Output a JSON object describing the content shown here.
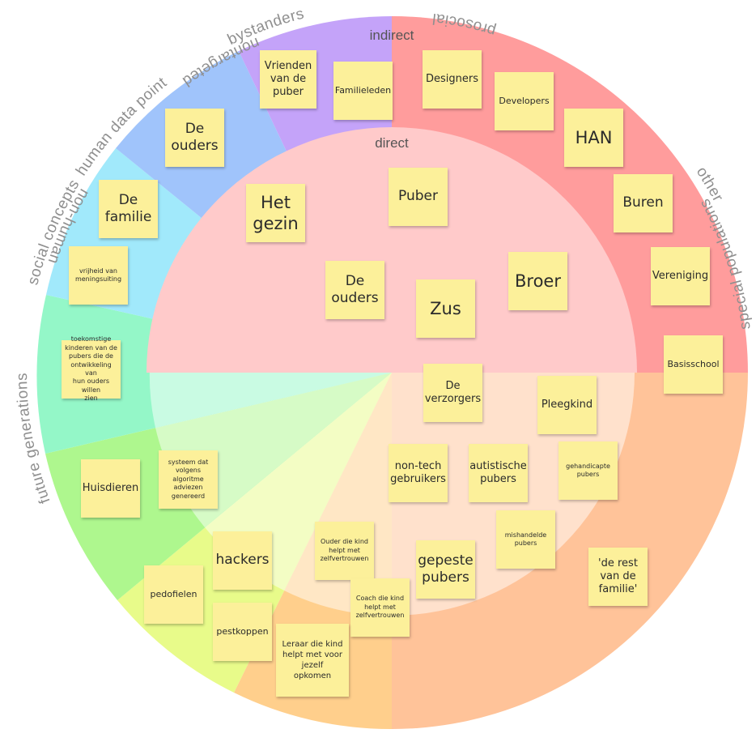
{
  "segments": [
    {
      "key": "indirect",
      "label": "indirect",
      "color": "#ff9c9c"
    },
    {
      "key": "other",
      "label": "other",
      "color": "#ff9b9b"
    },
    {
      "key": "special_populations",
      "label": "special populations",
      "color": "#ffc399"
    },
    {
      "key": "prosocial",
      "label": "prosocial",
      "color": "#ffcf8c"
    },
    {
      "key": "nontargeted",
      "label": "nontargeted",
      "color": "#e8fb8a"
    },
    {
      "key": "non_human",
      "label": "non-human",
      "color": "#aef78e"
    },
    {
      "key": "future_generations",
      "label": "future generations",
      "color": "#94f7c8"
    },
    {
      "key": "social_concepts",
      "label": "social concepts",
      "color": "#a1e9fb"
    },
    {
      "key": "human_data_point",
      "label": "human data point",
      "color": "#a0c4fb"
    },
    {
      "key": "bystanders",
      "label": "bystanders",
      "color": "#c4a3f9"
    }
  ],
  "inner": {
    "direct_label": "direct",
    "direct_color": "#ffcaca",
    "indirect_label": "indirect"
  },
  "notes": [
    {
      "id": "vrienden",
      "text": "Vrienden\nvan de\npuber"
    },
    {
      "id": "familieleden",
      "text": "Familieleden"
    },
    {
      "id": "designers",
      "text": "Designers"
    },
    {
      "id": "developers",
      "text": "Developers"
    },
    {
      "id": "han",
      "text": "HAN"
    },
    {
      "id": "buren",
      "text": "Buren"
    },
    {
      "id": "vereniging",
      "text": "Vereniging"
    },
    {
      "id": "basisschool",
      "text": "Basisschool"
    },
    {
      "id": "de_ouders_outer",
      "text": "De\nouders"
    },
    {
      "id": "de_familie",
      "text": "De\nfamilie"
    },
    {
      "id": "vrijheid",
      "text": "vrijheid van\nmeningsuiting"
    },
    {
      "id": "toekomstige",
      "text": "toekomstige\nkinderen van de\npubers die de\nontwikkeling van\nhun ouders willen\nzien"
    },
    {
      "id": "het_gezin",
      "text": "Het\ngezin"
    },
    {
      "id": "puber",
      "text": "Puber"
    },
    {
      "id": "de_ouders_inner",
      "text": "De\nouders"
    },
    {
      "id": "zus",
      "text": "Zus"
    },
    {
      "id": "broer",
      "text": "Broer"
    },
    {
      "id": "de_verzorgers",
      "text": "De\nverzorgers"
    },
    {
      "id": "pleegkind",
      "text": "Pleegkind"
    },
    {
      "id": "non_tech",
      "text": "non-tech\ngebruikers"
    },
    {
      "id": "autistische",
      "text": "autistische\npubers"
    },
    {
      "id": "gehandicapte",
      "text": "gehandicapte\npubers"
    },
    {
      "id": "huisdieren",
      "text": "Huisdieren"
    },
    {
      "id": "systeem",
      "text": "systeem dat\nvolgens\nalgoritme\nadviezen\ngenereerd"
    },
    {
      "id": "mishandelde",
      "text": "mishandelde\npubers"
    },
    {
      "id": "ouder_kind",
      "text": "Ouder die kind\nhelpt met\nzelfvertrouwen"
    },
    {
      "id": "hackers",
      "text": "hackers"
    },
    {
      "id": "gepeste",
      "text": "gepeste\npubers"
    },
    {
      "id": "rest_familie",
      "text": "'de rest\nvan de\nfamilie'"
    },
    {
      "id": "pedofielen",
      "text": "pedofielen"
    },
    {
      "id": "coach",
      "text": "Coach die kind\nhelpt met\nzelfvertrouwen"
    },
    {
      "id": "pestkoppen",
      "text": "pestkoppen"
    },
    {
      "id": "leraar",
      "text": "Leraar die kind\nhelpt met voor\njezelf\nopkomen"
    }
  ]
}
